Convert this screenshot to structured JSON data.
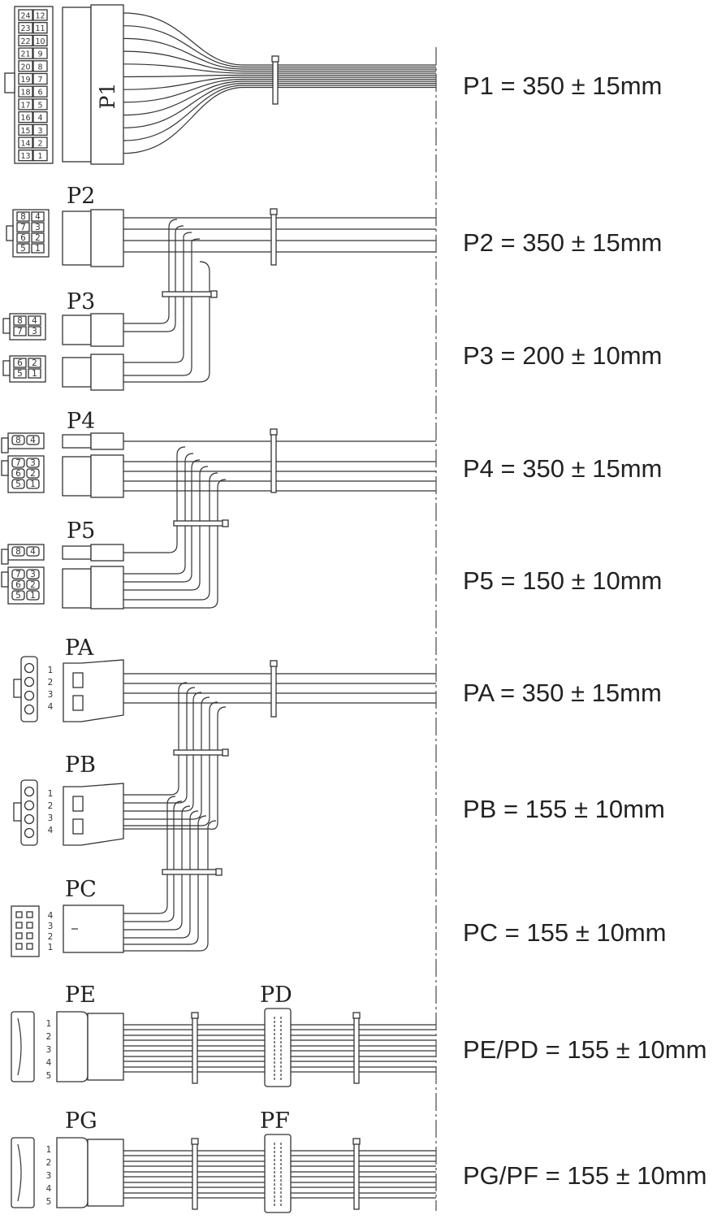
{
  "connectors": [
    {
      "id": "p1",
      "name": "P1",
      "length_label": "P1 = 350 ± 15mm",
      "pins": [
        "24",
        "12",
        "23",
        "11",
        "22",
        "10",
        "21",
        "9",
        "20",
        "8",
        "19",
        "7",
        "18",
        "6",
        "17",
        "5",
        "16",
        "4",
        "15",
        "3",
        "14",
        "2",
        "13",
        "1"
      ]
    },
    {
      "id": "p2",
      "name": "P2",
      "length_label": "P2 = 350 ± 15mm",
      "pins": [
        "8",
        "4",
        "7",
        "3",
        "6",
        "2",
        "5",
        "1"
      ]
    },
    {
      "id": "p3",
      "name": "P3",
      "length_label": "P3 = 200 ± 10mm",
      "pins": [
        "8",
        "4",
        "7",
        "3",
        "6",
        "2",
        "5",
        "1"
      ]
    },
    {
      "id": "p4",
      "name": "P4",
      "length_label": "P4 = 350 ± 15mm",
      "pins": [
        "8",
        "4",
        "7",
        "3",
        "6",
        "2",
        "5",
        "1"
      ]
    },
    {
      "id": "p5",
      "name": "P5",
      "length_label": "P5 = 150 ± 10mm",
      "pins": [
        "8",
        "4",
        "7",
        "3",
        "6",
        "2",
        "5",
        "1"
      ]
    },
    {
      "id": "pa",
      "name": "PA",
      "length_label": "PA = 350 ± 15mm",
      "pins": [
        "1",
        "2",
        "3",
        "4"
      ]
    },
    {
      "id": "pb",
      "name": "PB",
      "length_label": "PB = 155 ± 10mm",
      "pins": [
        "1",
        "2",
        "3",
        "4"
      ]
    },
    {
      "id": "pc",
      "name": "PC",
      "length_label": "PC = 155 ± 10mm",
      "pins": [
        "4",
        "3",
        "2",
        "1"
      ]
    },
    {
      "id": "pe",
      "name": "PE",
      "length_label": "PE/PD = 155 ± 10mm",
      "pins": [
        "1",
        "2",
        "3",
        "4",
        "5"
      ]
    },
    {
      "id": "pd",
      "name": "PD"
    },
    {
      "id": "pg",
      "name": "PG",
      "length_label": "PG/PF = 155 ± 10mm",
      "pins": [
        "1",
        "2",
        "3",
        "4",
        "5"
      ]
    },
    {
      "id": "pf",
      "name": "PF"
    }
  ]
}
